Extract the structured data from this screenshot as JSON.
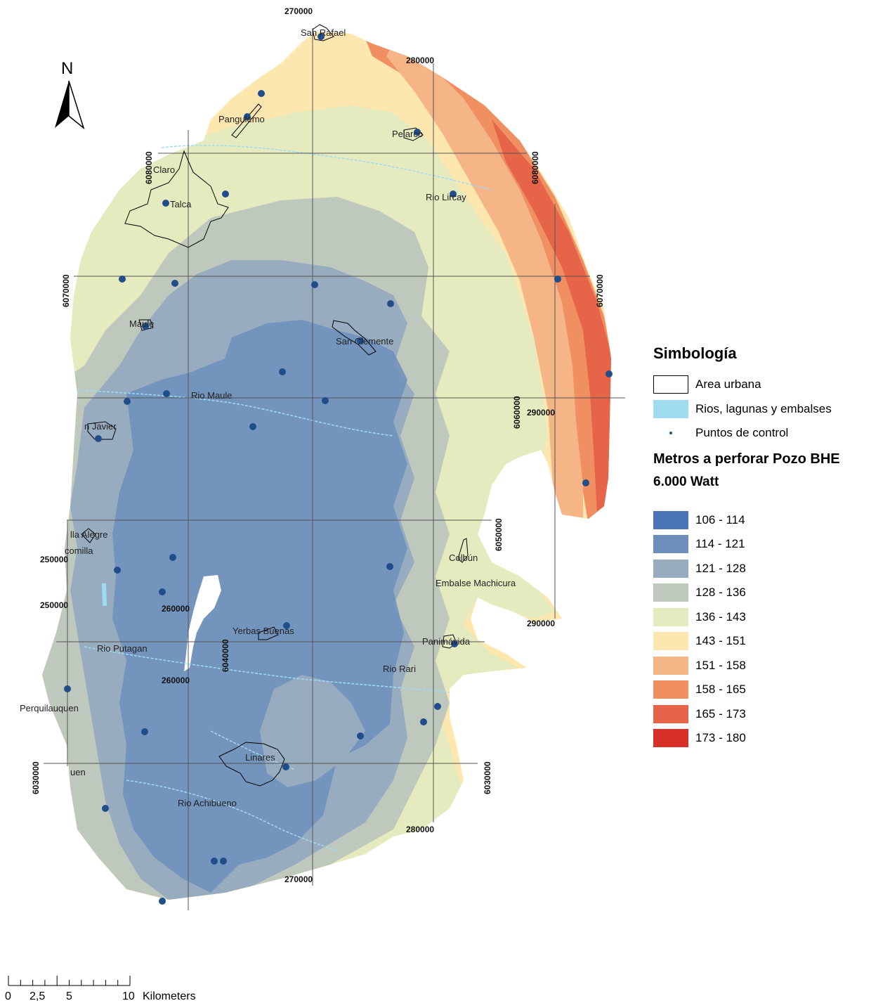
{
  "north_arrow": {
    "label": "N"
  },
  "legend": {
    "title": "Simbología",
    "items": [
      {
        "label": "Area urbana",
        "color": "#ffffff",
        "kind": "polygon-outline"
      },
      {
        "label": "Rios, lagunas y embalses",
        "color": "#9fdcf2",
        "kind": "fill"
      },
      {
        "label": "Puntos de control",
        "color": "#1f4e8a",
        "kind": "point"
      }
    ],
    "raster_title": "Metros a perforar Pozo BHE",
    "raster_subtitle": "6.000 Watt",
    "classes": [
      {
        "label": "106 - 114",
        "color": "#4a76b8"
      },
      {
        "label": "114 - 121",
        "color": "#6c8fbb"
      },
      {
        "label": "121 - 128",
        "color": "#98acc0"
      },
      {
        "label": "128 - 136",
        "color": "#bfc8bc"
      },
      {
        "label": "136 - 143",
        "color": "#e6ebbf"
      },
      {
        "label": "143 - 151",
        "color": "#fde7ae"
      },
      {
        "label": "151 - 158",
        "color": "#f6b587"
      },
      {
        "label": "158 - 165",
        "color": "#f08f62"
      },
      {
        "label": "165 - 173",
        "color": "#e66448"
      },
      {
        "label": "173 - 180",
        "color": "#d73027"
      }
    ]
  },
  "scale_bar": {
    "ticks": [
      "0",
      "2,5",
      "5",
      "10"
    ],
    "unit": "Kilometers"
  },
  "places": {
    "san_rafael": "San Rafael",
    "pangulemo": "Pangulemo",
    "pelarco": "Pelarco",
    "talca": "Talca",
    "claro": "Claro",
    "rio_lircay": "Rio Lircay",
    "maule": "Maule",
    "san_clemente": "San Clemente",
    "rio_maule": "Rio Maule",
    "san_javier": "n Javier",
    "villa_alegre": "lla Alegre",
    "comilla": "comilla",
    "colbun": "Colbún",
    "embalse": "Embalse Machicura",
    "yerbas_buenas": "Yerbas Buenas",
    "rio_putagan": "Rio Putagan",
    "panimavida": "Panimávida",
    "rio_rari": "Rio Rari",
    "perquilauquen": "Perquilauquen",
    "linares": "Linares",
    "longavi": "uen",
    "rio_achibueno": "Rio Achibueno"
  },
  "coords": {
    "x270_top": "270000",
    "x280_top": "280000",
    "y6080_left": "6080000",
    "y6080_right": "6080000",
    "y6070_left": "6070000",
    "y6070_right": "6070000",
    "y6060_right": "6060000",
    "x290_mid": "290000",
    "y6050_right": "6050000",
    "x250_a": "250000",
    "x250_b": "250000",
    "x260_a": "260000",
    "x260_b": "260000",
    "y6040_mid": "6040000",
    "x290_low": "290000",
    "y6030_left": "6030000",
    "y6030_right": "6030000",
    "x280_bottom": "280000",
    "x270_bottom": "270000"
  }
}
